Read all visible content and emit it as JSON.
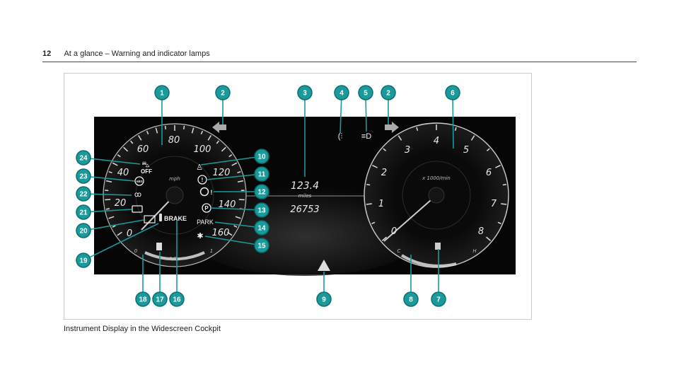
{
  "header": {
    "page_number": "12",
    "title": "At a glance – Warning and indicator lamps"
  },
  "caption": "Instrument Display in the Widescreen Cockpit",
  "speedometer": {
    "unit": "mph",
    "labels": [
      "0",
      "20",
      "40",
      "60",
      "80",
      "100",
      "120",
      "140",
      "160"
    ],
    "fuel_labels": [
      "0",
      "1/2",
      "1"
    ]
  },
  "tachometer": {
    "unit": "x 1000/min",
    "labels": [
      "0",
      "1",
      "2",
      "3",
      "4",
      "5",
      "6",
      "7",
      "8"
    ],
    "temp_labels": [
      "C",
      "H"
    ]
  },
  "center": {
    "trip": "123.4",
    "unit": "miles",
    "odometer": "26753"
  },
  "indicator_text": {
    "esp_off": "OFF",
    "abs": "ABS",
    "brake": "BRAKE",
    "park": "PARK",
    "steering": "!"
  },
  "callouts": [
    "1",
    "2",
    "3",
    "4",
    "5",
    "2",
    "6",
    "24",
    "23",
    "22",
    "21",
    "20",
    "19",
    "10",
    "11",
    "12",
    "13",
    "14",
    "15",
    "18",
    "17",
    "16",
    "9",
    "8",
    "7"
  ],
  "colors": {
    "callout": "#1a9a9a",
    "callout_border": "#0a6f70",
    "screen": "#060606"
  }
}
